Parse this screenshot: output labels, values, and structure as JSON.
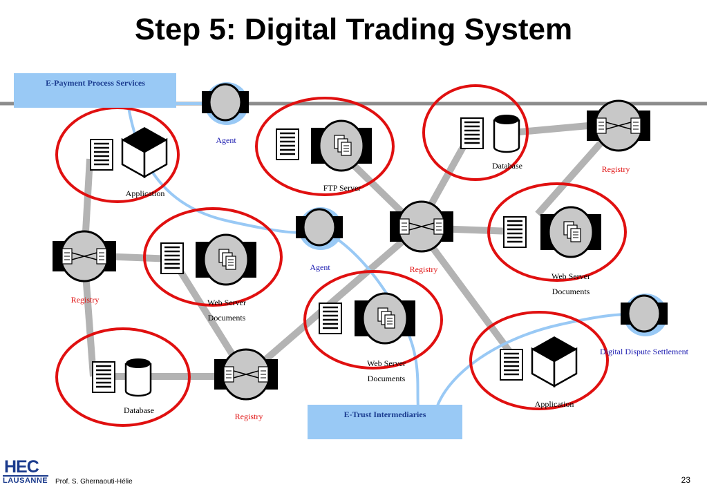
{
  "title": "Step 5: Digital Trading System",
  "colors": {
    "ring": "#e01010",
    "link": "#b3b3b3",
    "trust_link": "#99c9f5",
    "box": "#99c9f5",
    "box_text": "#1a3b8f",
    "registry_label": "#e01010",
    "agent_label": "#1a1ab0",
    "logo": "#1a3a8c"
  },
  "boxes": {
    "epayment": "E-Payment Process Services",
    "etrust": "E-Trust Intermediaries"
  },
  "labels": {
    "application_1": "Application",
    "ftp_server": "FTP Server",
    "database_1": "Database",
    "web_server_1": "Web Server",
    "documents_1": "Documents",
    "web_server_2": "Web Server",
    "documents_2": "Documents",
    "web_server_3": "Web Server",
    "documents_3": "Documents",
    "database_2": "Database",
    "application_2": "Application"
  },
  "registries": {
    "top_right": "Registry",
    "center": "Registry",
    "left": "Registry",
    "bottom": "Registry"
  },
  "agents": {
    "top": "Agent",
    "middle": "Agent",
    "dispute": "Digital Dispute Settlement"
  },
  "icons": [
    "document-icon",
    "cube-icon",
    "database-icon",
    "server-icon",
    "router-icon",
    "agent-icon"
  ],
  "footer": {
    "logo_main": "HEC",
    "logo_sub": "LAUSANNE",
    "author": "Prof. S. Ghernaouti-Hélie",
    "page": "23"
  }
}
